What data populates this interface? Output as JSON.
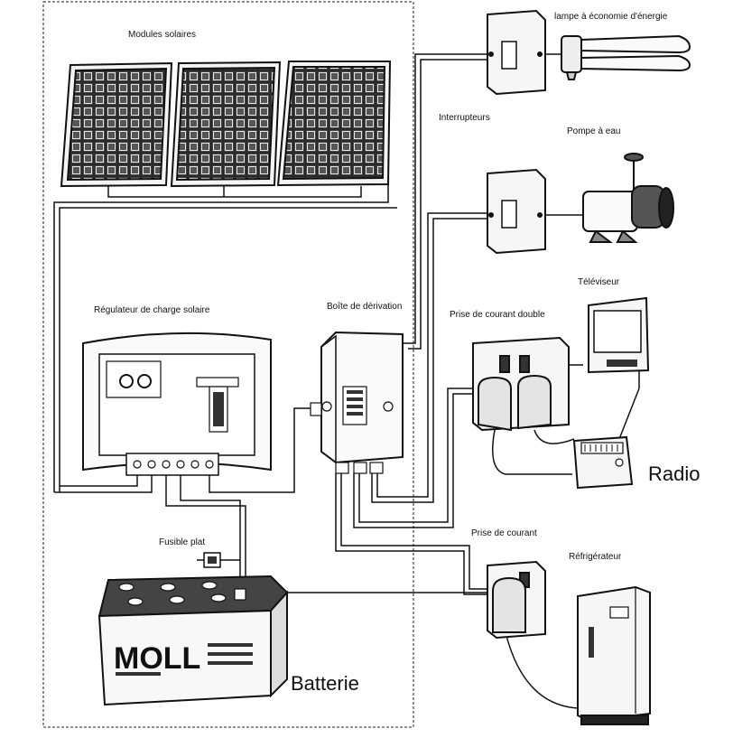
{
  "labels": {
    "solar_modules": "Modules solaires",
    "lamp": "lampe à économie d'énergie",
    "switches": "Interrupteurs",
    "pump": "Pompe à eau",
    "charge_regulator": "Régulateur de charge solaire",
    "junction_box": "Boîte de dérivation",
    "double_outlet": "Prise de courant double",
    "tv": "Téléviseur",
    "radio": "Radio",
    "fuse": "Fusible plat",
    "outlet": "Prise de courant",
    "fridge": "Réfrigérateur",
    "battery": "Batterie"
  },
  "battery_brand": "MOLL",
  "colors": {
    "line": "#1a1a1a",
    "fill": "#ffffff",
    "shade": "#d8d8d8",
    "dark": "#333333"
  }
}
